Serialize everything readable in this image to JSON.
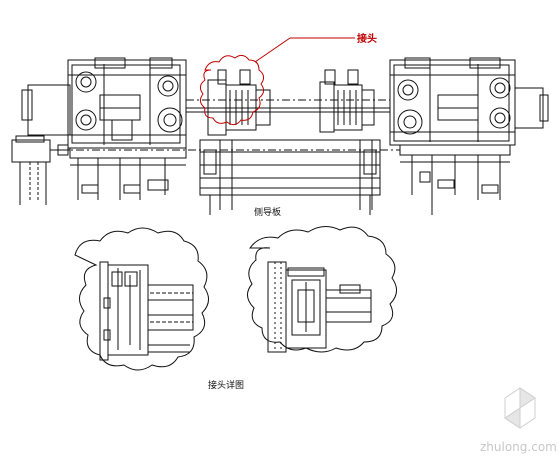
{
  "labels": {
    "callout": "接头",
    "side_plate": "侧导板",
    "detail": "接头详图"
  },
  "watermark": {
    "text": "zhulong.com"
  },
  "colors": {
    "line": "#111111",
    "callout": "#c00000",
    "watermark": "#c8c8c8"
  }
}
